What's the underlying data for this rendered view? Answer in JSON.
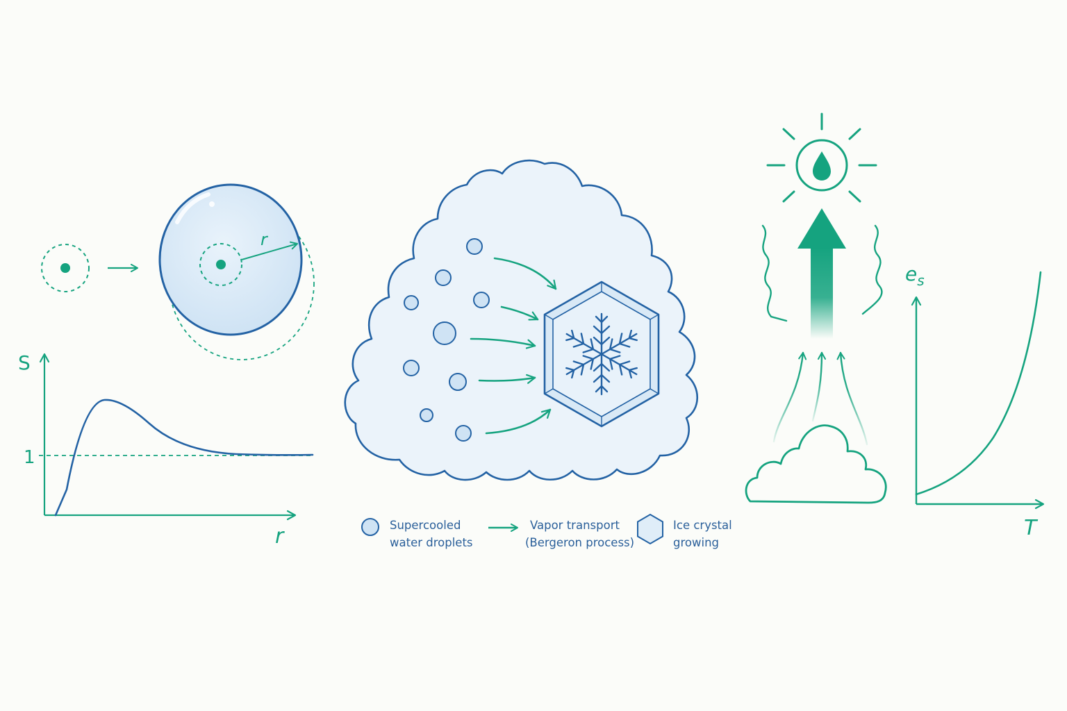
{
  "colors": {
    "green": "#15a37f",
    "blue": "#2362a4",
    "ice_fill": "#dfedf8",
    "background": "#fbfcf9"
  },
  "nucleation": {
    "radius_label": "r"
  },
  "kohler_chart": {
    "y_axis_label": "S",
    "x_axis_label": "r",
    "reference_tick_label": "1"
  },
  "bergeron": {
    "legend": {
      "droplets_line1": "Supercooled",
      "droplets_line2": "water droplets",
      "transport_line1": "Vapor transport",
      "transport_line2": "(Bergeron process)",
      "crystal_line1": "Ice crystal",
      "crystal_line2": "growing"
    }
  },
  "evaporation": {
    "icons": [
      "sun-icon",
      "water-drop-icon",
      "up-arrow-icon",
      "cloud-icon"
    ]
  },
  "clausius_chart": {
    "y_axis_label_main": "e",
    "y_axis_label_sub": "s",
    "x_axis_label": "T"
  },
  "chart_data": [
    {
      "type": "line",
      "title": "",
      "xlabel": "r",
      "ylabel": "S",
      "reference_line": {
        "y": 1,
        "style": "dashed",
        "label": "1"
      },
      "series": [
        {
          "x": [
            0.0,
            0.2,
            0.4,
            0.6,
            0.8,
            1.0,
            1.5,
            2.0,
            3.0,
            4.0,
            5.0,
            6.0
          ],
          "y": [
            0.0,
            0.8,
            1.6,
            2.2,
            2.45,
            2.35,
            1.8,
            1.45,
            1.15,
            1.05,
            1.02,
            1.0
          ]
        }
      ],
      "grid": false
    },
    {
      "type": "line",
      "title": "",
      "xlabel": "T",
      "ylabel": "e_s",
      "series": [
        {
          "x": [
            0,
            1,
            2,
            3,
            4,
            5,
            6,
            7,
            8
          ],
          "y": [
            0.3,
            0.45,
            0.65,
            0.95,
            1.4,
            2.0,
            2.9,
            4.2,
            6.0
          ]
        }
      ],
      "grid": false
    }
  ]
}
